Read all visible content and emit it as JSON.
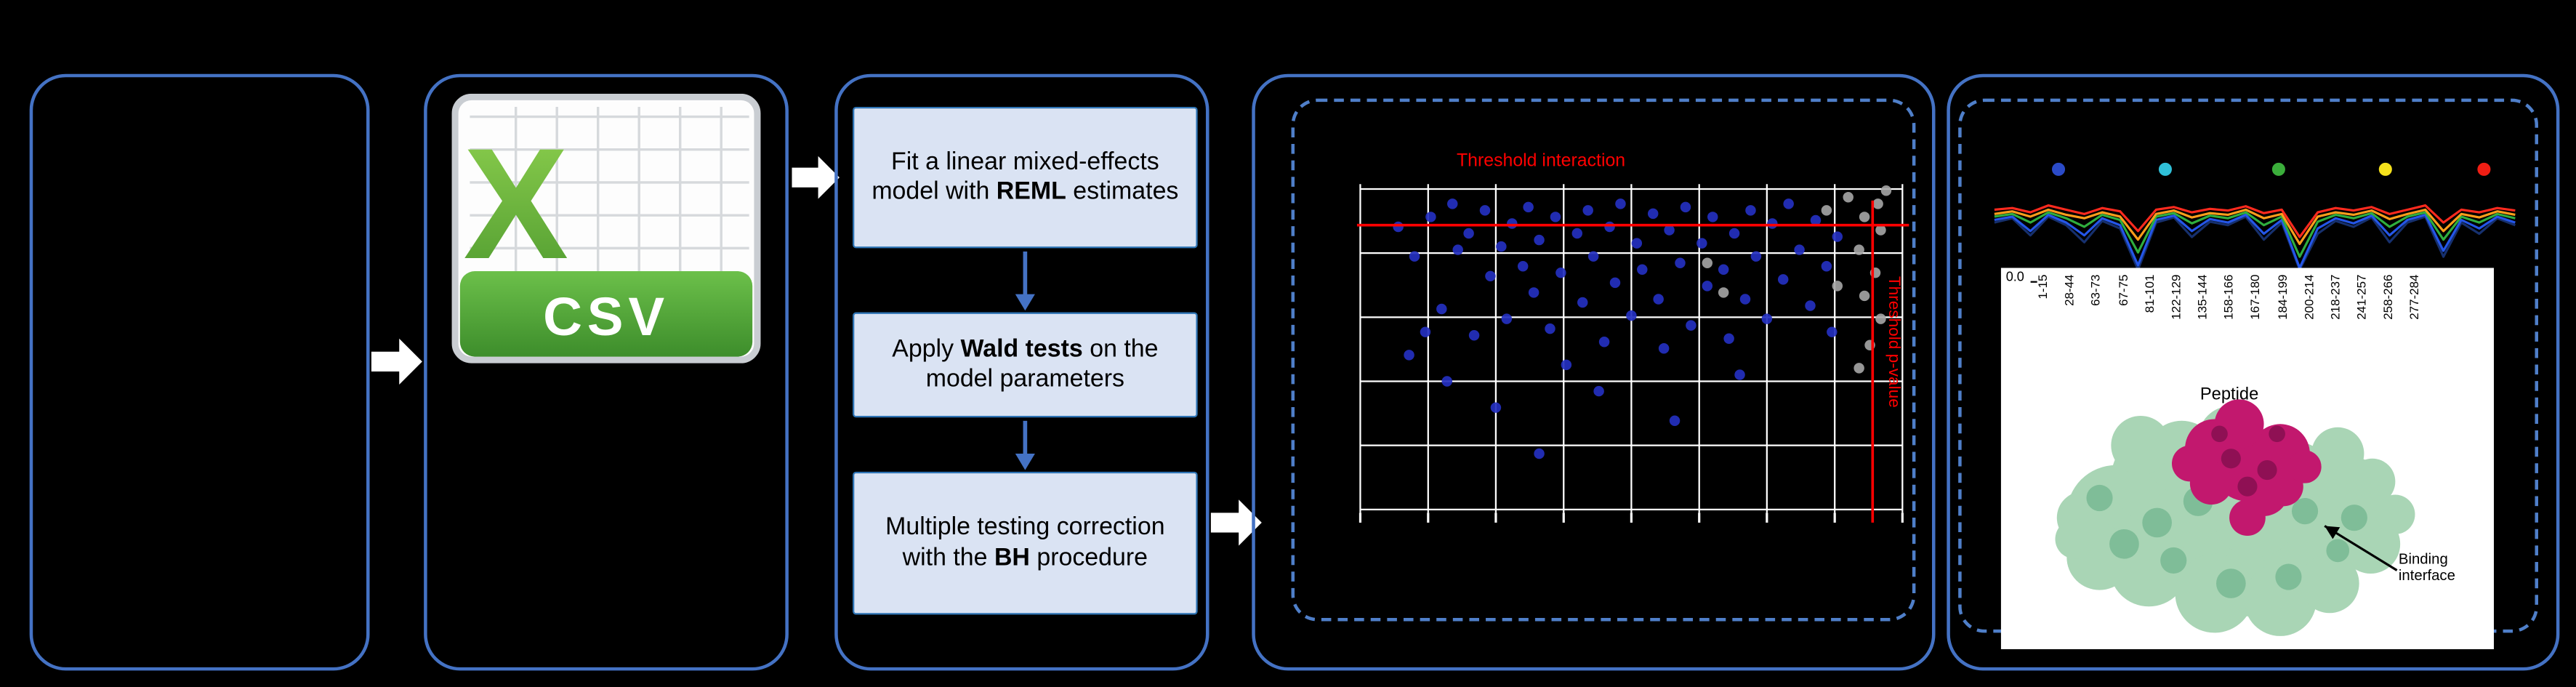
{
  "figure": {
    "background": "#000000",
    "panel_border_color": "#4472C4",
    "dashed_border_color": "#4F7FC9",
    "arrow_color": "#FFFFFF"
  },
  "csv_icon": {
    "letter": "X",
    "label": "CSV",
    "green_light": "#8FD14F",
    "green_dark": "#4E9A2F",
    "banner_light": "#6CC04A",
    "banner_dark": "#3D8D2B"
  },
  "pipeline": {
    "box_fill": "#DAE3F3",
    "box_border": "#2E74B5",
    "arrow_color": "#4472C4",
    "steps": [
      {
        "pre": "Fit a linear mixed-effects model with ",
        "bold": "REML",
        "post": " estimates"
      },
      {
        "pre": "Apply ",
        "bold": "Wald tests",
        "post": " on the model parameters"
      },
      {
        "pre": "Multiple testing correction\nwith the ",
        "bold": "BH",
        "post": " procedure"
      }
    ]
  },
  "scatter": {
    "title": "Threshold interaction",
    "right_label": "Threshold p-value",
    "threshold_color": "#FF0000",
    "grid_color": "#FFFFFF",
    "point_color_primary": "#2430C0",
    "point_color_secondary": "#A6A6A6",
    "h_threshold": 0.125,
    "v_threshold": 0.945,
    "blue_points": [
      [
        0.07,
        0.13
      ],
      [
        0.1,
        0.22
      ],
      [
        0.13,
        0.1
      ],
      [
        0.15,
        0.38
      ],
      [
        0.17,
        0.06
      ],
      [
        0.18,
        0.2
      ],
      [
        0.2,
        0.15
      ],
      [
        0.21,
        0.46
      ],
      [
        0.23,
        0.08
      ],
      [
        0.24,
        0.28
      ],
      [
        0.26,
        0.19
      ],
      [
        0.27,
        0.41
      ],
      [
        0.28,
        0.12
      ],
      [
        0.3,
        0.25
      ],
      [
        0.31,
        0.07
      ],
      [
        0.32,
        0.33
      ],
      [
        0.33,
        0.17
      ],
      [
        0.35,
        0.44
      ],
      [
        0.36,
        0.1
      ],
      [
        0.37,
        0.27
      ],
      [
        0.38,
        0.55
      ],
      [
        0.4,
        0.15
      ],
      [
        0.41,
        0.36
      ],
      [
        0.42,
        0.08
      ],
      [
        0.43,
        0.22
      ],
      [
        0.45,
        0.48
      ],
      [
        0.46,
        0.13
      ],
      [
        0.47,
        0.3
      ],
      [
        0.48,
        0.06
      ],
      [
        0.5,
        0.4
      ],
      [
        0.51,
        0.18
      ],
      [
        0.52,
        0.26
      ],
      [
        0.54,
        0.09
      ],
      [
        0.55,
        0.35
      ],
      [
        0.56,
        0.5
      ],
      [
        0.57,
        0.14
      ],
      [
        0.59,
        0.24
      ],
      [
        0.6,
        0.07
      ],
      [
        0.61,
        0.43
      ],
      [
        0.63,
        0.18
      ],
      [
        0.64,
        0.31
      ],
      [
        0.65,
        0.1
      ],
      [
        0.67,
        0.26
      ],
      [
        0.68,
        0.47
      ],
      [
        0.69,
        0.15
      ],
      [
        0.71,
        0.35
      ],
      [
        0.72,
        0.08
      ],
      [
        0.73,
        0.22
      ],
      [
        0.75,
        0.41
      ],
      [
        0.76,
        0.12
      ],
      [
        0.78,
        0.29
      ],
      [
        0.79,
        0.06
      ],
      [
        0.81,
        0.2
      ],
      [
        0.83,
        0.37
      ],
      [
        0.84,
        0.11
      ],
      [
        0.86,
        0.25
      ],
      [
        0.88,
        0.16
      ],
      [
        0.09,
        0.52
      ],
      [
        0.16,
        0.6
      ],
      [
        0.25,
        0.68
      ],
      [
        0.33,
        0.82
      ],
      [
        0.44,
        0.63
      ],
      [
        0.58,
        0.72
      ],
      [
        0.12,
        0.45
      ],
      [
        0.7,
        0.58
      ],
      [
        0.87,
        0.45
      ]
    ],
    "gray_points": [
      [
        0.9,
        0.04
      ],
      [
        0.93,
        0.1
      ],
      [
        0.955,
        0.06
      ],
      [
        0.96,
        0.14
      ],
      [
        0.92,
        0.2
      ],
      [
        0.95,
        0.27
      ],
      [
        0.93,
        0.34
      ],
      [
        0.96,
        0.41
      ],
      [
        0.94,
        0.49
      ],
      [
        0.92,
        0.56
      ],
      [
        0.86,
        0.08
      ],
      [
        0.88,
        0.31
      ],
      [
        0.97,
        0.02
      ],
      [
        0.64,
        0.24
      ],
      [
        0.67,
        0.33
      ]
    ]
  },
  "profile_chart": {
    "marker_colors": [
      "#2B4BC8",
      "#30C0D8",
      "#3BAE3B",
      "#F5E11C",
      "#F01E14"
    ],
    "series": [
      {
        "name": "navy",
        "color": "#16306E",
        "values": [
          0.45,
          0.4,
          0.6,
          0.38,
          0.48,
          0.68,
          0.43,
          0.52,
          1.0,
          0.45,
          0.39,
          0.62,
          0.44,
          0.48,
          0.38,
          0.65,
          0.45,
          1.0,
          0.58,
          0.43,
          0.5,
          0.39,
          0.68,
          0.45,
          0.38,
          0.85,
          0.45,
          0.58,
          0.4,
          0.48
        ]
      },
      {
        "name": "blue",
        "color": "#2456E8",
        "values": [
          0.42,
          0.38,
          0.55,
          0.36,
          0.45,
          0.6,
          0.4,
          0.48,
          0.95,
          0.42,
          0.37,
          0.55,
          0.41,
          0.45,
          0.36,
          0.58,
          0.42,
          0.98,
          0.52,
          0.4,
          0.46,
          0.37,
          0.6,
          0.42,
          0.36,
          0.78,
          0.42,
          0.52,
          0.38,
          0.45
        ]
      },
      {
        "name": "green",
        "color": "#2FAE3E",
        "values": [
          0.38,
          0.35,
          0.45,
          0.33,
          0.4,
          0.5,
          0.36,
          0.42,
          0.8,
          0.38,
          0.34,
          0.46,
          0.37,
          0.4,
          0.33,
          0.48,
          0.38,
          0.85,
          0.44,
          0.36,
          0.4,
          0.34,
          0.5,
          0.38,
          0.33,
          0.65,
          0.38,
          0.45,
          0.35,
          0.4
        ]
      },
      {
        "name": "orange",
        "color": "#FF9E1B",
        "values": [
          0.35,
          0.32,
          0.38,
          0.3,
          0.36,
          0.4,
          0.33,
          0.38,
          0.65,
          0.35,
          0.31,
          0.39,
          0.34,
          0.36,
          0.3,
          0.4,
          0.35,
          0.7,
          0.38,
          0.33,
          0.36,
          0.31,
          0.41,
          0.35,
          0.3,
          0.55,
          0.35,
          0.39,
          0.32,
          0.36
        ]
      },
      {
        "name": "red",
        "color": "#FF2A1E",
        "values": [
          0.3,
          0.28,
          0.33,
          0.25,
          0.3,
          0.35,
          0.28,
          0.32,
          0.55,
          0.3,
          0.27,
          0.33,
          0.29,
          0.31,
          0.26,
          0.34,
          0.3,
          0.62,
          0.33,
          0.28,
          0.31,
          0.27,
          0.35,
          0.3,
          0.25,
          0.45,
          0.3,
          0.33,
          0.28,
          0.31
        ]
      }
    ]
  },
  "peptide_panel": {
    "y_tick": "0.0",
    "x_label": "Peptide",
    "annotation": "Binding interface",
    "peptides": [
      "1-15",
      "28-44",
      "63-73",
      "67-75",
      "81-101",
      "122-129",
      "135-144",
      "158-166",
      "167-180",
      "184-199",
      "200-214",
      "218-237",
      "241-257",
      "258-266",
      "277-284"
    ],
    "protein_colors": {
      "surface": "#A9D5B5",
      "surface_shade": "#7FBD98",
      "binding": "#C2186E",
      "binding_shade": "#8F1054"
    }
  }
}
